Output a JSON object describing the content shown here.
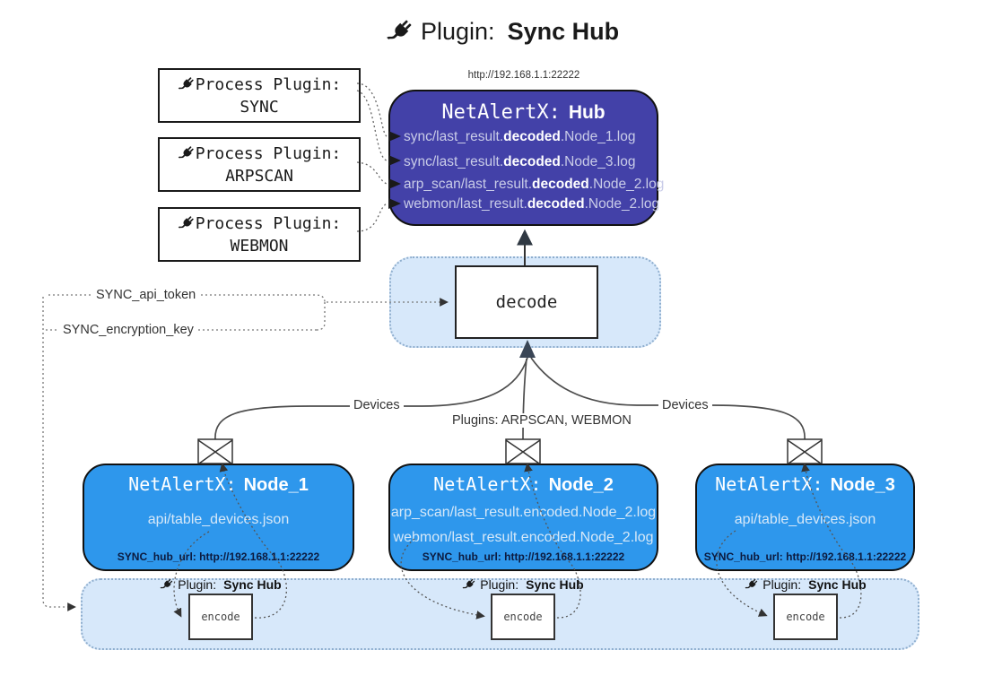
{
  "title": {
    "label": "Plugin:",
    "name": "Sync Hub"
  },
  "colors": {
    "hub_fill": "#4341A8",
    "node_fill": "#2E97EC",
    "container_fill": "#D7E8FA",
    "container_border": "#8FAECE",
    "line": "#4D4D4D"
  },
  "hub": {
    "url": "http://192.168.1.1:22222",
    "prefix": "NetAlertX:",
    "name": "Hub",
    "logs": [
      {
        "pre": "sync/last_result.",
        "bold": "decoded",
        "post": ".Node_1.log"
      },
      {
        "pre": "sync/last_result.",
        "bold": "decoded",
        "post": ".Node_3.log"
      },
      {
        "pre": "arp_scan/last_result.",
        "bold": "decoded",
        "post": ".Node_2.log"
      },
      {
        "pre": "webmon/last_result.",
        "bold": "decoded",
        "post": ".Node_2.log"
      }
    ]
  },
  "process_plugins": [
    {
      "label": "Process Plugin:",
      "name": "SYNC"
    },
    {
      "label": "Process Plugin:",
      "name": "ARPSCAN"
    },
    {
      "label": "Process Plugin:",
      "name": "WEBMON"
    }
  ],
  "config": {
    "api_token": "SYNC_api_token",
    "encryption_key": "SYNC_encryption_key"
  },
  "decode": {
    "label": "decode"
  },
  "edge_labels": {
    "devices_left": "Devices",
    "plugins": "Plugins: ARPSCAN, WEBMON",
    "devices_right": "Devices"
  },
  "nodes": [
    {
      "prefix": "NetAlertX:",
      "name": "Node_1",
      "files": [
        "api/table_devices.json"
      ],
      "hub_url": "SYNC_hub_url: http://192.168.1.1:22222"
    },
    {
      "prefix": "NetAlertX:",
      "name": "Node_2",
      "files": [
        "arp_scan/last_result.encoded.Node_2.log",
        "webmon/last_result.encoded.Node_2.log"
      ],
      "hub_url": "SYNC_hub_url: http://192.168.1.1:22222"
    },
    {
      "prefix": "NetAlertX:",
      "name": "Node_3",
      "files": [
        "api/table_devices.json"
      ],
      "hub_url": "SYNC_hub_url: http://192.168.1.1:22222"
    }
  ],
  "encoder": {
    "plugin_label": "Plugin:",
    "plugin_name": "Sync Hub",
    "box_label": "encode"
  }
}
